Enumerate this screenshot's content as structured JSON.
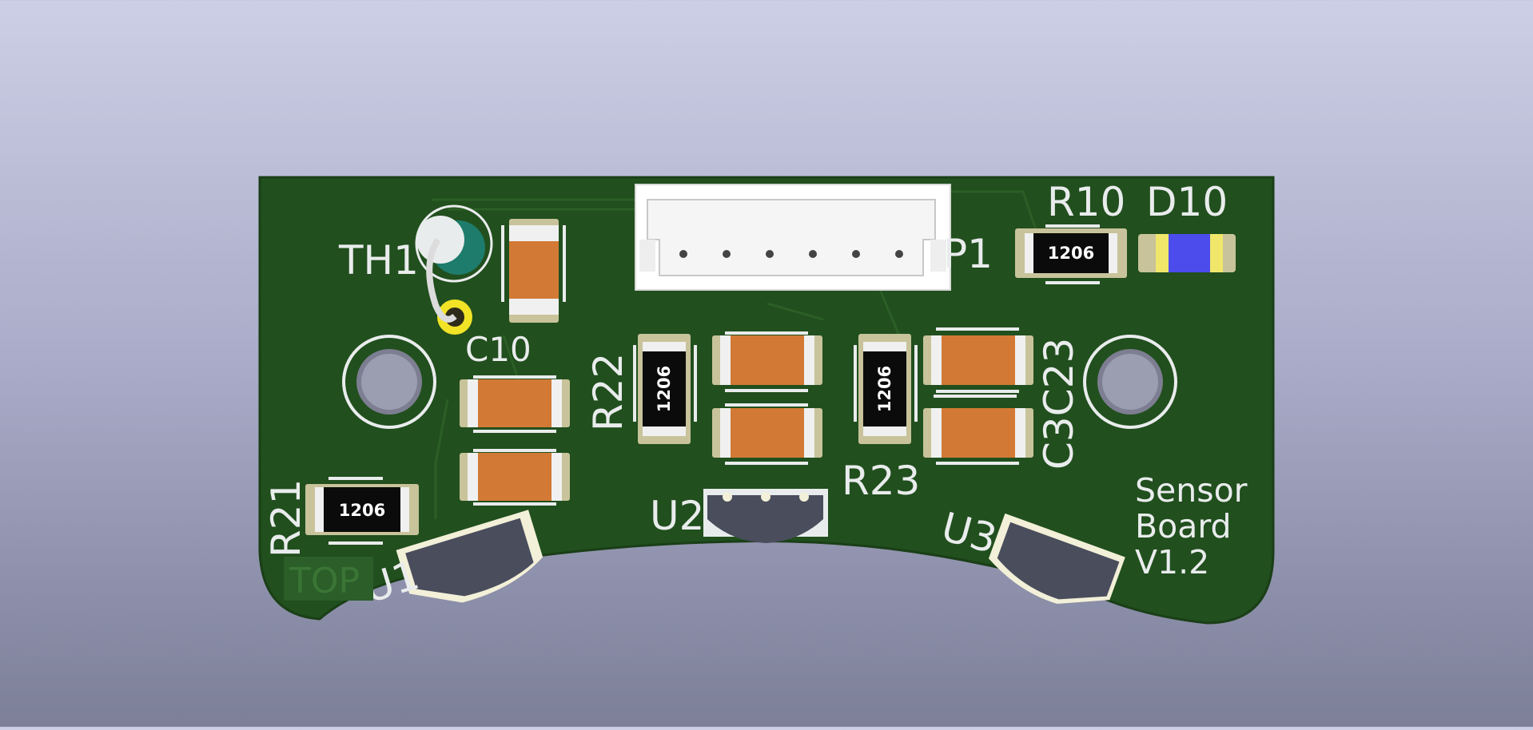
{
  "board": {
    "title_line1": "Sensor",
    "title_line2": "Board",
    "title_line3": "V1.2",
    "layer_tag": "TOP"
  },
  "colors": {
    "background_top": "#cdcfe6",
    "background_bottom": "#7c7f98",
    "pcb": "#214f1e",
    "silkscreen": "#e9ecec",
    "capacitor": "#d27a35",
    "resistor_body": "#0b0b0b",
    "pad": "#c8c39a",
    "led_body": "#4c4ced",
    "connector": "#ffffff",
    "sensor_body": "#4a4d5c"
  },
  "components": {
    "th1": "TH1",
    "c10": "C10",
    "p1": "P1",
    "r10": "R10",
    "d10": "D10",
    "r22": "R22",
    "r23": "R23",
    "c3c23": "C3C23",
    "r21": "R21",
    "u1": "U1",
    "u2": "U2",
    "u3": "U3",
    "resistor_code": "1206"
  }
}
